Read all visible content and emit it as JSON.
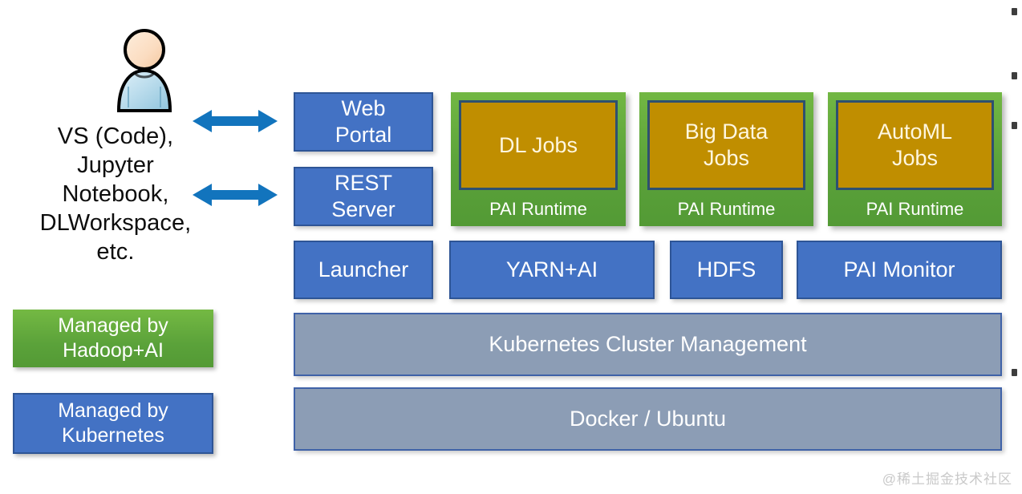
{
  "left_panel": {
    "user_icon": "user-avatar-icon",
    "client_tools_text": "VS (Code),\nJupyter\nNotebook,\nDLWorkspace,\netc.",
    "arrows": [
      {
        "name": "double-arrow-to-web-portal",
        "icon": "double-headed-arrow-icon"
      },
      {
        "name": "double-arrow-to-rest-server",
        "icon": "double-headed-arrow-icon"
      }
    ]
  },
  "legend": [
    {
      "label": "Managed by\nHadoop+AI",
      "color": "#5ba23a"
    },
    {
      "label": "Managed by\nKubernetes",
      "color": "#4372c4"
    }
  ],
  "stack": {
    "interface_boxes": [
      {
        "label": "Web\nPortal"
      },
      {
        "label": "REST\nServer"
      }
    ],
    "runtimes": [
      {
        "job_label": "DL Jobs",
        "runtime_label": "PAI Runtime"
      },
      {
        "job_label": "Big Data\nJobs",
        "runtime_label": "PAI Runtime"
      },
      {
        "job_label": "AutoML\nJobs",
        "runtime_label": "PAI Runtime"
      }
    ],
    "services": [
      {
        "label": "Launcher"
      },
      {
        "label": "YARN+AI"
      },
      {
        "label": "HDFS"
      },
      {
        "label": "PAI Monitor"
      }
    ],
    "platform_layers": [
      {
        "label": "Kubernetes Cluster Management"
      },
      {
        "label": "Docker / Ubuntu"
      }
    ]
  },
  "watermark": "@稀土掘金技术社区",
  "colors": {
    "blue": "#4372c4",
    "blue_border": "#2e5596",
    "green": "#5ba23a",
    "gold": "#c08e00",
    "gray_blue": "#8c9db5",
    "arrow_blue": "#1274bd"
  }
}
